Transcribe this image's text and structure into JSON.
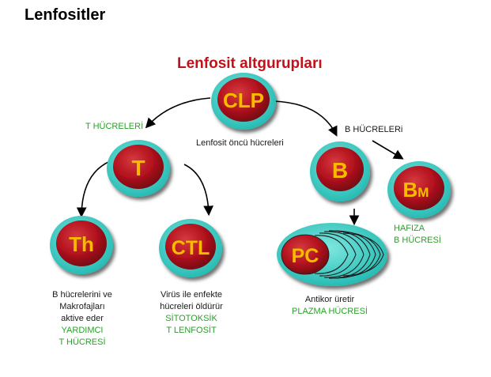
{
  "page_title": "Lenfositler",
  "diagram_title": "Lenfosit altgurupları",
  "colors": {
    "title_red": "#c0121b",
    "cell_red": "#b3121e",
    "ring_teal": "#2ec9c0",
    "label_gold": "#ffb800",
    "green_text": "#2aa02a"
  },
  "nodes": {
    "clp": "CLP",
    "t": "T",
    "b": "B",
    "bm_main": "B",
    "bm_sub": "M",
    "th": "Th",
    "ctl": "CTL",
    "pc": "PC"
  },
  "labels": {
    "clp_caption": "Lenfosit öncü hücreleri",
    "t_cells": "T HÜCRELERİ",
    "b_cells": "B HÜCRELERi",
    "memory_line1": "HAFIZA",
    "memory_line2": "B HÜCRESİ",
    "th_desc_line1": "B hücrelerini ve",
    "th_desc_line2": "Makrofajları",
    "th_desc_line3": "aktive eder",
    "th_green_line1": "YARDIMCI",
    "th_green_line2": "T HÜCRESİ",
    "ctl_desc_line1": "Virüs ile enfekte",
    "ctl_desc_line2": "hücreleri öldürür",
    "ctl_green_line1": "SİTOTOKSİK",
    "ctl_green_line2": "T LENFOSİT",
    "pc_desc_line1": "Antikor üretir",
    "pc_green_line1": "PLAZMA HÜCRESİ"
  }
}
